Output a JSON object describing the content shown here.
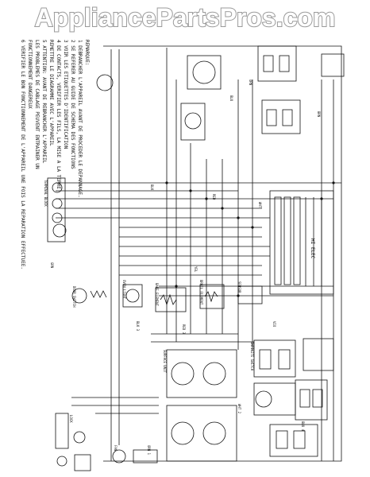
{
  "watermark": {
    "text": "AppliancePartsPros.com",
    "fill_color": "#ffffff",
    "stroke_color": "#9a9a9a"
  },
  "notes": {
    "heading": "REMARQUE:",
    "lines": [
      "1  DEBRANCHER L'APPAREIL AVANT DE PROCEDER LE DEPANNAGE.",
      "2  SE REFERER AU GUIDE DE SCHEMA DES FONCTIONS",
      "3  VOIR LES ETIQUETTES D'IDENTIFICATION",
      "4  DE CONTACTS, VERIFIER LES FILS, LA MISE A LA TERRE",
      "   REMETTRE LE DIAGRAMME AVEC L'APPAREIL",
      "5  ATTENTION: AVANT DE REBRANCHER L'APPAREIL",
      "   LES PROBLEMES DE CABLAGE PEUVENT ENTRAINER UN",
      "   FONCTIONNEMENT DANGEREUX",
      "6  VERIFIER LE BON FONCTIONNEMENT DE L'APPAREIL UNE FOIS LA REPARATION EFFECTUEE."
    ]
  },
  "labels": {
    "controller": "HI ELEC",
    "terminal_block": "TERMINAL BLOCK",
    "bake_element": "BAKE ELEMENT",
    "broil_element": "BROIL ELEMENT",
    "oven_light": "OVEN LIGHT",
    "door_switch": "DOOR SWITCH",
    "sensor": "SENSOR",
    "surface_unit": "SURFACE UNIT",
    "infinite_switch": "INFINITE SWITCH",
    "lock": "LOCK",
    "fan": "FAN"
  },
  "wire_codes": [
    "BLK",
    "RED",
    "WHT",
    "BLU",
    "ORN",
    "BRN",
    "YEL",
    "VIO",
    "GRN",
    "BLK 3",
    "RED 3",
    "WHT 2",
    "BLU 4",
    "ORN 1"
  ],
  "colors": {
    "ink": "#111111",
    "background": "#ffffff"
  }
}
